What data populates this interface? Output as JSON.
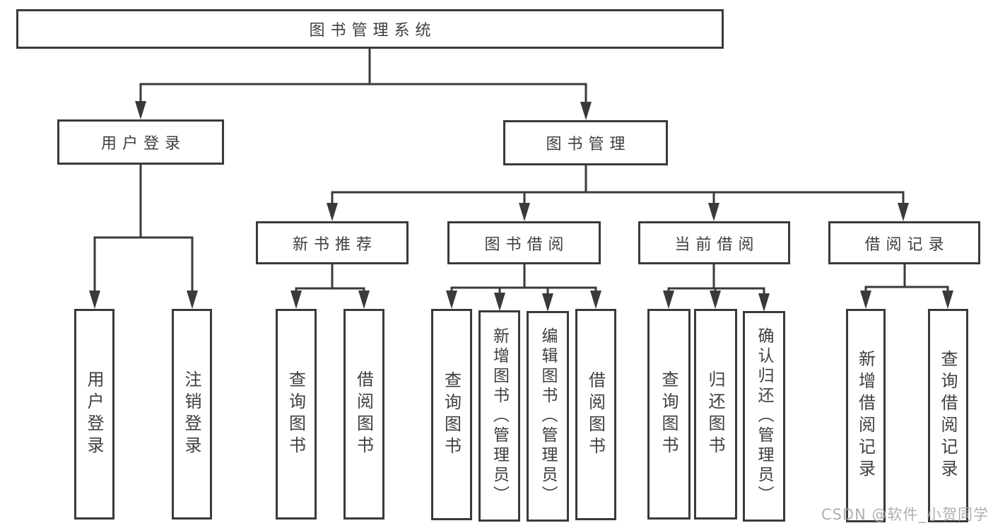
{
  "diagram": {
    "colors": {
      "line": "#3a3a3a",
      "box_border": "#3a3a3a",
      "text": "#3f3f3f",
      "background": "#ffffff",
      "watermark": "#a8a8a8"
    },
    "watermark": "CSDN @软件_小贺同学",
    "nodes": {
      "root": "图书管理系统",
      "user_login": "用户登录",
      "book_management": "图书管理",
      "new_book_recommend": "新书推荐",
      "book_borrow": "图书借阅",
      "current_borrow": "当前借阅",
      "borrow_records": "借阅记录",
      "leaves": {
        "ul_login": "用户登录",
        "ul_logout": "注销登录",
        "nb_query": "查询图书",
        "nb_borrow": "借阅图书",
        "bb_query": "查询图书",
        "bb_add": "新增图书（管理员）",
        "bb_edit": "编辑图书（管理员）",
        "bb_borrow": "借阅图书",
        "cb_query": "查询图书",
        "cb_return": "归还图书",
        "cb_confirm": "确认归还（管理员）",
        "br_add": "新增借阅记录",
        "br_query": "查询借阅记录"
      }
    },
    "hierarchy": {
      "图书管理系统": {
        "用户登录": [
          "用户登录",
          "注销登录"
        ],
        "图书管理": {
          "新书推荐": [
            "查询图书",
            "借阅图书"
          ],
          "图书借阅": [
            "查询图书",
            "新增图书（管理员）",
            "编辑图书（管理员）",
            "借阅图书"
          ],
          "当前借阅": [
            "查询图书",
            "归还图书",
            "确认归还（管理员）"
          ],
          "借阅记录": [
            "新增借阅记录",
            "查询借阅记录"
          ]
        }
      }
    }
  }
}
